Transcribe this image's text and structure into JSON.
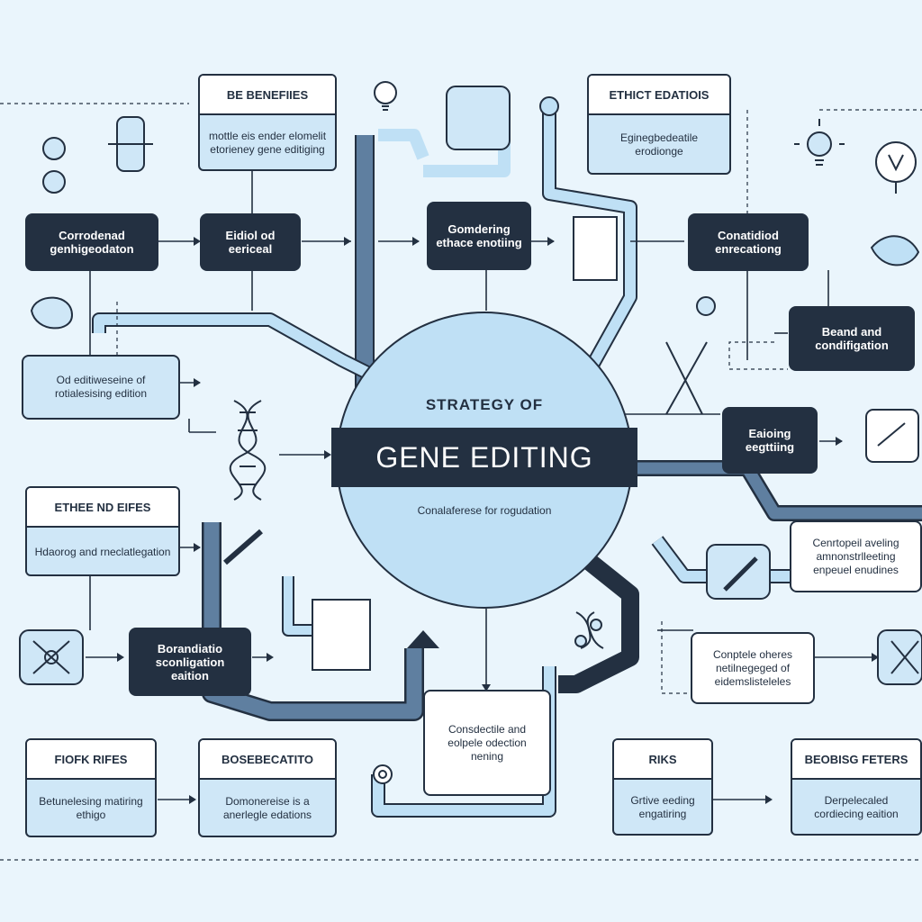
{
  "center": {
    "pre_title": "STRATEGY OF",
    "title": "GENE EDITING",
    "subtitle": "Conalaferese for rogudation"
  },
  "cards": {
    "be_benefies": {
      "title": "BE BENEFIIES",
      "body": "mottle eis ender elomelit etorieney gene editiging"
    },
    "ethict_edatiois": {
      "title": "ETHICT EDATIOIS",
      "body": "Eginegbedeatile erodionge"
    },
    "ethee_nd_eifes": {
      "title": "ETHEE ND EIFES",
      "body": "Hdaorog and rneclatlegation"
    },
    "fiofk_rifes": {
      "title": "FIOFK RIFES",
      "body": "Betunelesing matiring ethigo"
    },
    "bosebecatito": {
      "title": "BOSEBECATITO",
      "body": "Domonereise is a anerlegle edations"
    },
    "riks": {
      "title": "RIKS",
      "body": "Grtive eeding engatiring"
    },
    "beobisg_feters": {
      "title": "BEOBISG FETERS",
      "body": "Derpelecaled cordiecing eaition"
    }
  },
  "nodes": {
    "corroderad": "Corrodenad genhigeodaton",
    "eidiol": "Eidiol od eericeal",
    "gomdering": "Gomdering ethace enotiing",
    "conatidiod": "Conatidiod enrecationg",
    "beand": "Beand and condifigation",
    "eaioing": "Eaioing eegttiing",
    "borandiatio": "Borandiatio sconligation eaition",
    "od_eititesine": "Od editiweseine of rotialesising edition",
    "cenrtopeil": "Cenrtopeil aveling amnonstrlleeting enpeuel enudines",
    "conptele": "Conptele oheres netilnegeged of eidemslisteleles",
    "consdectile": "Consdectile and eolpele odection nening"
  }
}
